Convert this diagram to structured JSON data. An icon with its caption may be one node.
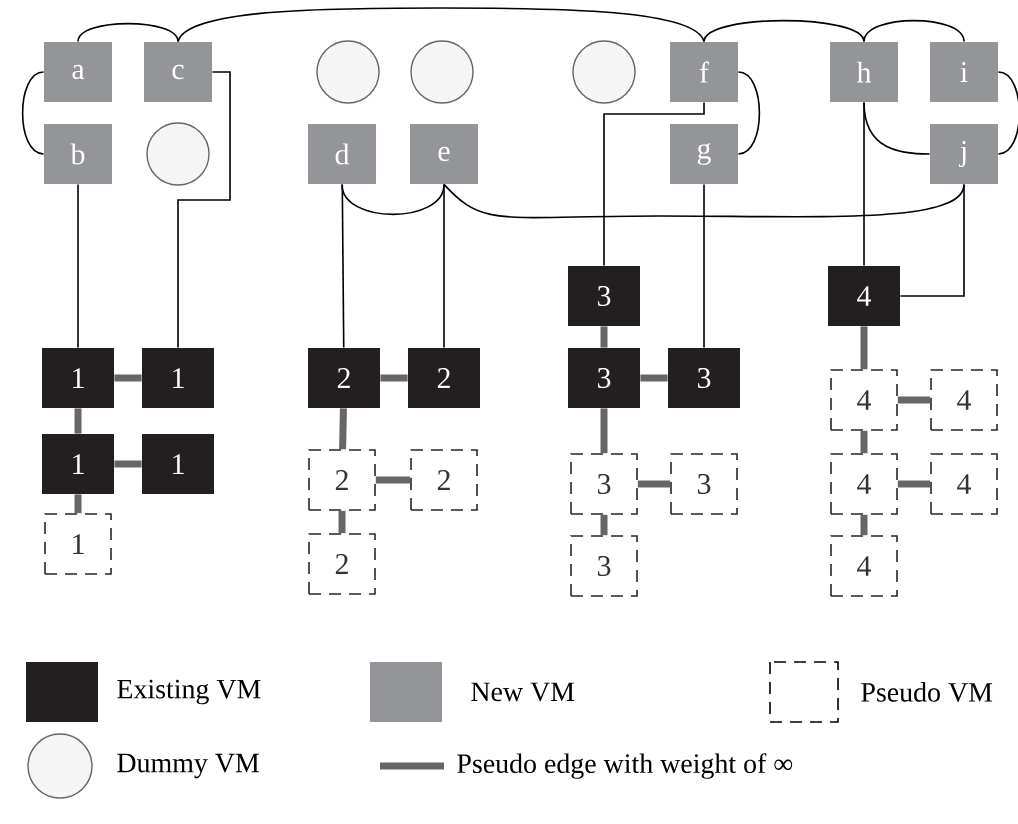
{
  "diagram": {
    "nodes": [
      {
        "text": [
          "a"
        ]
      },
      {
        "text": [
          "c"
        ]
      },
      {
        "text": [],
        "shape": "circle"
      },
      {
        "text": [],
        "shape": "circle"
      },
      {
        "text": [],
        "shape": "circle"
      },
      {
        "text": [
          "f"
        ]
      },
      {
        "text": [
          "h"
        ]
      },
      {
        "text": [
          "i"
        ]
      },
      {
        "text": [
          "b"
        ]
      },
      {
        "text": [],
        "shape": "circle"
      },
      {
        "text": [
          "d"
        ]
      },
      {
        "text": [
          "e"
        ]
      },
      {
        "text": [
          "g"
        ]
      },
      {
        "text": [
          "j"
        ]
      },
      {
        "text": [
          "3"
        ]
      },
      {
        "text": [
          "4"
        ]
      },
      {
        "text": [
          "1"
        ]
      },
      {
        "text": [
          "1"
        ]
      },
      {
        "text": [
          "2"
        ]
      },
      {
        "text": [
          "2"
        ]
      },
      {
        "text": [
          "3"
        ]
      },
      {
        "text": [
          "3"
        ]
      },
      {
        "text": [
          "4"
        ]
      },
      {
        "text": [
          "4"
        ]
      },
      {
        "text": [
          "1"
        ]
      },
      {
        "text": [
          "1"
        ]
      },
      {
        "text": [
          "2"
        ]
      },
      {
        "text": [
          "2"
        ]
      },
      {
        "text": [
          "3"
        ]
      },
      {
        "text": [
          "3"
        ]
      },
      {
        "text": [
          "4"
        ]
      },
      {
        "text": [
          "4"
        ]
      },
      {
        "text": [
          "1"
        ]
      },
      {
        "text": [
          "2"
        ]
      },
      {
        "text": [
          "3"
        ]
      },
      {
        "text": [
          "4"
        ]
      }
    ],
    "edges": [
      {
        "from": 0,
        "to": 1,
        "arrow": "none"
      },
      {
        "from": 0,
        "to": 8,
        "arrow": "none"
      },
      {
        "from": 1,
        "to": 5,
        "arrow": "none"
      },
      {
        "from": 5,
        "to": 6,
        "arrow": "none"
      },
      {
        "from": 6,
        "to": 7,
        "arrow": "none"
      },
      {
        "from": 7,
        "to": 13,
        "arrow": "none"
      },
      {
        "from": 5,
        "to": 12,
        "arrow": "none"
      },
      {
        "from": 6,
        "to": 13,
        "arrow": "none"
      },
      {
        "from": 10,
        "to": 11,
        "arrow": "none"
      },
      {
        "from": 11,
        "to": 13,
        "arrow": "none"
      },
      {
        "from": 8,
        "to": 16,
        "arrow": "none"
      },
      {
        "from": 1,
        "to": 17,
        "arrow": "none"
      },
      {
        "from": 10,
        "to": 18,
        "arrow": "none"
      },
      {
        "from": 11,
        "to": 19,
        "arrow": "none"
      },
      {
        "from": 5,
        "to": 14,
        "arrow": "none"
      },
      {
        "from": 12,
        "to": 21,
        "arrow": "none"
      },
      {
        "from": 6,
        "to": 15,
        "arrow": "none"
      },
      {
        "from": 13,
        "to": 15,
        "arrow": "none"
      },
      {
        "from": 16,
        "to": 17,
        "arrow": "none",
        "style": "thick",
        "color": "#666666"
      },
      {
        "from": 16,
        "to": 24,
        "arrow": "none",
        "style": "thick",
        "color": "#666666"
      },
      {
        "from": 24,
        "to": 25,
        "arrow": "none",
        "style": "thick",
        "color": "#666666"
      },
      {
        "from": 24,
        "to": 32,
        "arrow": "none",
        "style": "thick",
        "color": "#666666"
      },
      {
        "from": 18,
        "to": 19,
        "arrow": "none",
        "style": "thick",
        "color": "#666666"
      },
      {
        "from": 18,
        "to": 26,
        "arrow": "none",
        "style": "thick",
        "color": "#666666"
      },
      {
        "from": 26,
        "to": 27,
        "arrow": "none",
        "style": "thick",
        "color": "#666666"
      },
      {
        "from": 26,
        "to": 33,
        "arrow": "none",
        "style": "thick",
        "color": "#666666"
      },
      {
        "from": 14,
        "to": 20,
        "arrow": "none",
        "style": "thick",
        "color": "#666666"
      },
      {
        "from": 20,
        "to": 21,
        "arrow": "none",
        "style": "thick",
        "color": "#666666"
      },
      {
        "from": 20,
        "to": 28,
        "arrow": "none",
        "style": "thick",
        "color": "#666666"
      },
      {
        "from": 28,
        "to": 29,
        "arrow": "none",
        "style": "thick",
        "color": "#666666"
      },
      {
        "from": 28,
        "to": 34,
        "arrow": "none",
        "style": "thick",
        "color": "#666666"
      },
      {
        "from": 15,
        "to": 22,
        "arrow": "none",
        "style": "thick",
        "color": "#666666"
      },
      {
        "from": 22,
        "to": 23,
        "arrow": "none",
        "style": "thick",
        "color": "#666666"
      },
      {
        "from": 22,
        "to": 30,
        "arrow": "none",
        "style": "thick",
        "color": "#666666"
      },
      {
        "from": 30,
        "to": 31,
        "arrow": "none",
        "style": "thick",
        "color": "#666666"
      },
      {
        "from": 30,
        "to": 35,
        "arrow": "none",
        "style": "thick",
        "color": "#666666"
      }
    ],
    "legend": [
      {
        "text": "Existing VM",
        "color": "#231f20"
      },
      {
        "text": "New VM",
        "color": "#939598"
      },
      {
        "text": "Pseudo VM"
      },
      {
        "text": "Dummy VM"
      },
      {
        "text": "Pseudo edge with weight of ∞"
      }
    ]
  }
}
